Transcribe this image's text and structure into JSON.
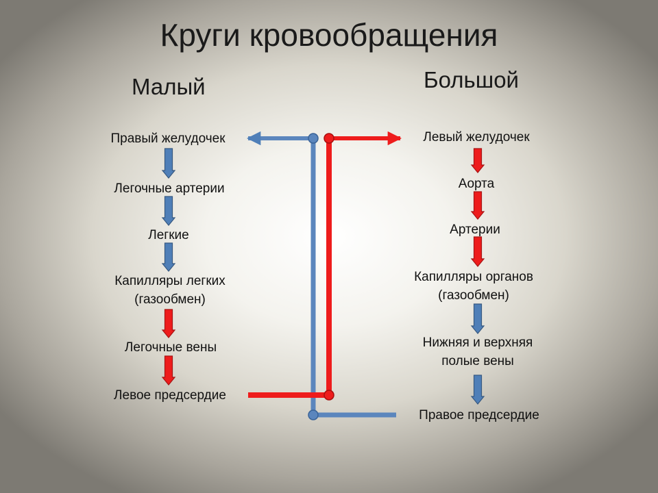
{
  "title": "Круги кровообращения",
  "small_circle": {
    "heading": "Малый",
    "steps": [
      {
        "text": "Правый желудочек"
      },
      {
        "text": "Легочные артерии"
      },
      {
        "text": "Легкие"
      },
      {
        "text": "Капилляры легких\n(газообмен)"
      },
      {
        "text": "Легочные вены"
      },
      {
        "text": "Левое предсердие"
      }
    ],
    "arrow_colors": [
      "#4f7fb8",
      "#4f7fb8",
      "#4f7fb8",
      "#ee1c1c",
      "#ee1c1c"
    ]
  },
  "large_circle": {
    "heading": "Большой",
    "steps": [
      {
        "text": "Левый желудочек"
      },
      {
        "text": "Аорта"
      },
      {
        "text": "Артерии"
      },
      {
        "text": "Капилляры органов\n(газообмен)"
      },
      {
        "text": "Нижняя и верхняя\nполые вены"
      },
      {
        "text": "Правое предсердие"
      }
    ],
    "arrow_colors": [
      "#ee1c1c",
      "#ee1c1c",
      "#ee1c1c",
      "#4f7fb8",
      "#4f7fb8"
    ]
  },
  "colors": {
    "venous_blue": "#4f7fb8",
    "arterial_red": "#ee1c1c"
  }
}
